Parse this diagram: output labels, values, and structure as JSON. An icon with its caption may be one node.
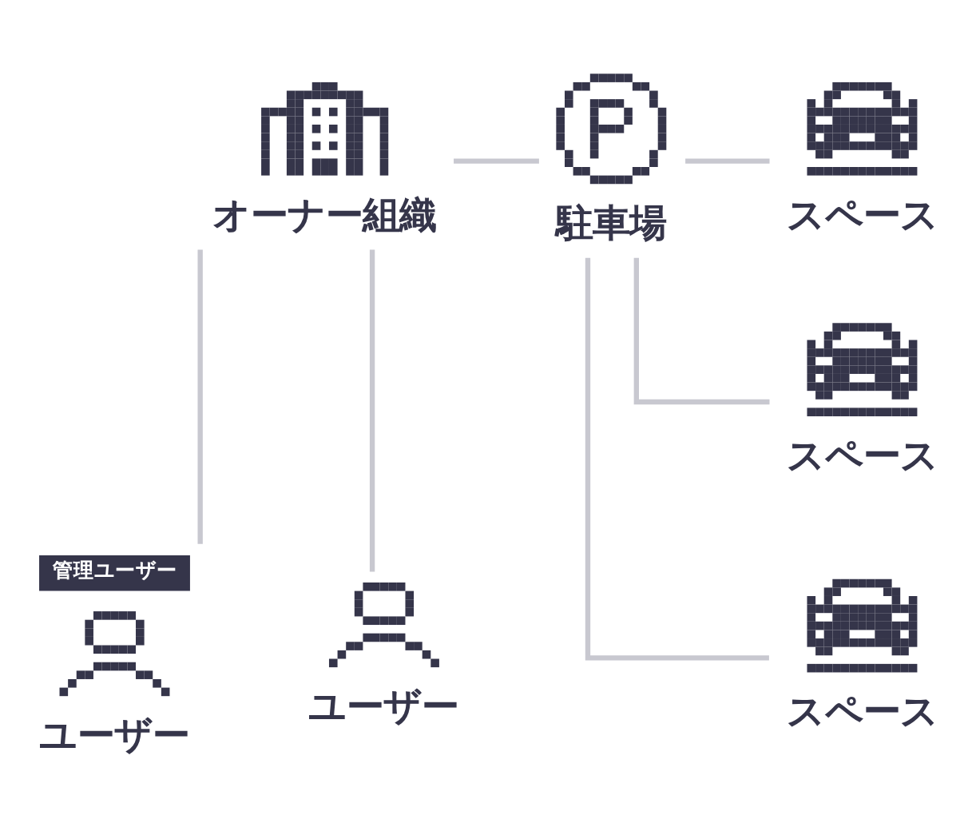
{
  "diagram": {
    "nodes": [
      {
        "text": [
          "オーナー組織"
        ]
      },
      {
        "text": [
          "駐車場"
        ]
      },
      {
        "text": [
          "スペース"
        ]
      },
      {
        "text": [
          "スペース"
        ]
      },
      {
        "text": [
          "管理ユーザー",
          "ユーザー"
        ]
      },
      {
        "text": [
          "ユーザー"
        ]
      },
      {
        "text": [
          "スペース"
        ]
      }
    ],
    "edges": [
      {
        "from": 0,
        "to": 1,
        "arrow": "none"
      },
      {
        "from": 1,
        "to": 2,
        "arrow": "none"
      },
      {
        "from": 1,
        "to": 3,
        "arrow": "none"
      },
      {
        "from": 1,
        "to": 6,
        "arrow": "none"
      },
      {
        "from": 0,
        "to": 4,
        "arrow": "none"
      },
      {
        "from": 0,
        "to": 5,
        "arrow": "none"
      }
    ]
  }
}
